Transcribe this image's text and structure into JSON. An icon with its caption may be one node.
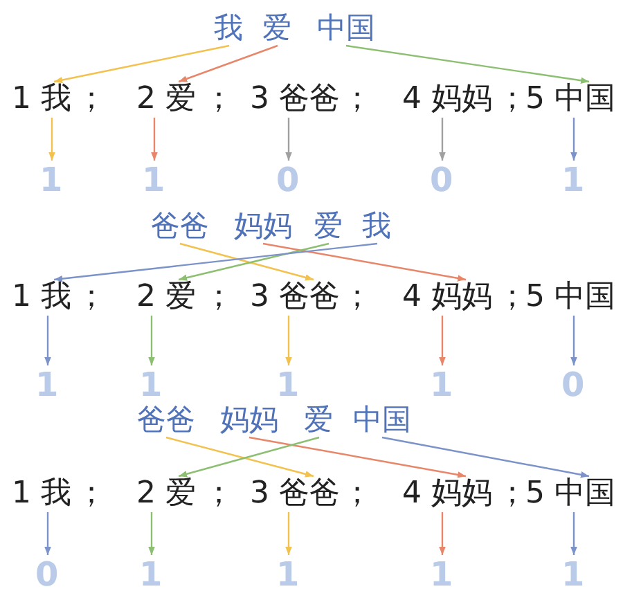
{
  "diagram": {
    "nodes": [
      {
        "text": [
          "我"
        ]
      },
      {
        "text": [
          "爱"
        ]
      },
      {
        "text": [
          "中国"
        ]
      },
      {
        "text": [
          "1 我"
        ]
      },
      {
        "text": [
          "2 爱"
        ]
      },
      {
        "text": [
          "3 爸爸"
        ]
      },
      {
        "text": [
          "4 妈妈"
        ]
      },
      {
        "text": [
          "5 中国"
        ]
      },
      {
        "text": [
          "1"
        ]
      },
      {
        "text": [
          "1"
        ]
      },
      {
        "text": [
          "0"
        ]
      },
      {
        "text": [
          "0"
        ]
      },
      {
        "text": [
          "1"
        ]
      },
      {
        "text": [
          "爸爸"
        ]
      },
      {
        "text": [
          "妈妈"
        ]
      },
      {
        "text": [
          "爱"
        ]
      },
      {
        "text": [
          "我"
        ]
      },
      {
        "text": [
          "1 我"
        ]
      },
      {
        "text": [
          "2 爱"
        ]
      },
      {
        "text": [
          "3 爸爸"
        ]
      },
      {
        "text": [
          "4 妈妈"
        ]
      },
      {
        "text": [
          "5 中国"
        ]
      },
      {
        "text": [
          "1"
        ]
      },
      {
        "text": [
          "1"
        ]
      },
      {
        "text": [
          "1"
        ]
      },
      {
        "text": [
          "1"
        ]
      },
      {
        "text": [
          "0"
        ]
      },
      {
        "text": [
          "爸爸"
        ]
      },
      {
        "text": [
          "妈妈"
        ]
      },
      {
        "text": [
          "爱"
        ]
      },
      {
        "text": [
          "中国"
        ]
      },
      {
        "text": [
          "1 我"
        ]
      },
      {
        "text": [
          "2 爱"
        ]
      },
      {
        "text": [
          "3 爸爸"
        ]
      },
      {
        "text": [
          "4 妈妈"
        ]
      },
      {
        "text": [
          "5 中国"
        ]
      },
      {
        "text": [
          "0"
        ]
      },
      {
        "text": [
          "1"
        ]
      },
      {
        "text": [
          "1"
        ]
      },
      {
        "text": [
          "1"
        ]
      },
      {
        "text": [
          "1"
        ]
      }
    ],
    "edges": [
      {
        "from": 0,
        "to": 3,
        "arrow": "to",
        "color": "#f2c14e"
      },
      {
        "from": 1,
        "to": 4,
        "arrow": "to",
        "color": "#e8866a"
      },
      {
        "from": 2,
        "to": 7,
        "arrow": "to",
        "color": "#8dbf72"
      },
      {
        "from": 3,
        "to": 8,
        "arrow": "to",
        "color": "#f2c14e"
      },
      {
        "from": 4,
        "to": 9,
        "arrow": "to",
        "color": "#e8866a"
      },
      {
        "from": 5,
        "to": 10,
        "arrow": "to",
        "color": "#a0a0a0"
      },
      {
        "from": 6,
        "to": 11,
        "arrow": "to",
        "color": "#a0a0a0"
      },
      {
        "from": 7,
        "to": 12,
        "arrow": "to",
        "color": "#7b93c8"
      },
      {
        "from": 13,
        "to": 19,
        "arrow": "to",
        "color": "#f2c14e"
      },
      {
        "from": 14,
        "to": 20,
        "arrow": "to",
        "color": "#e8866a"
      },
      {
        "from": 15,
        "to": 18,
        "arrow": "to",
        "color": "#8dbf72"
      },
      {
        "from": 16,
        "to": 17,
        "arrow": "to",
        "color": "#7b93c8"
      },
      {
        "from": 17,
        "to": 22,
        "arrow": "to",
        "color": "#7b93c8"
      },
      {
        "from": 18,
        "to": 23,
        "arrow": "to",
        "color": "#8dbf72"
      },
      {
        "from": 19,
        "to": 24,
        "arrow": "to",
        "color": "#f2c14e"
      },
      {
        "from": 20,
        "to": 25,
        "arrow": "to",
        "color": "#e8866a"
      },
      {
        "from": 21,
        "to": 26,
        "arrow": "to",
        "color": "#7b93c8"
      },
      {
        "from": 27,
        "to": 33,
        "arrow": "to",
        "color": "#f2c14e"
      },
      {
        "from": 28,
        "to": 34,
        "arrow": "to",
        "color": "#e8866a"
      },
      {
        "from": 29,
        "to": 32,
        "arrow": "to",
        "color": "#8dbf72"
      },
      {
        "from": 30,
        "to": 35,
        "arrow": "to",
        "color": "#7b93c8"
      },
      {
        "from": 31,
        "to": 36,
        "arrow": "to",
        "color": "#7b93c8"
      },
      {
        "from": 32,
        "to": 37,
        "arrow": "to",
        "color": "#8dbf72"
      },
      {
        "from": 33,
        "to": 38,
        "arrow": "to",
        "color": "#f2c14e"
      },
      {
        "from": 34,
        "to": 39,
        "arrow": "to",
        "color": "#e8866a"
      },
      {
        "from": 35,
        "to": 40,
        "arrow": "to",
        "color": "#7b93c8"
      }
    ],
    "labels": [
      "；",
      "；",
      "；",
      "；",
      "；",
      "；",
      "；",
      "；",
      "；",
      "；",
      "；",
      "；"
    ]
  }
}
